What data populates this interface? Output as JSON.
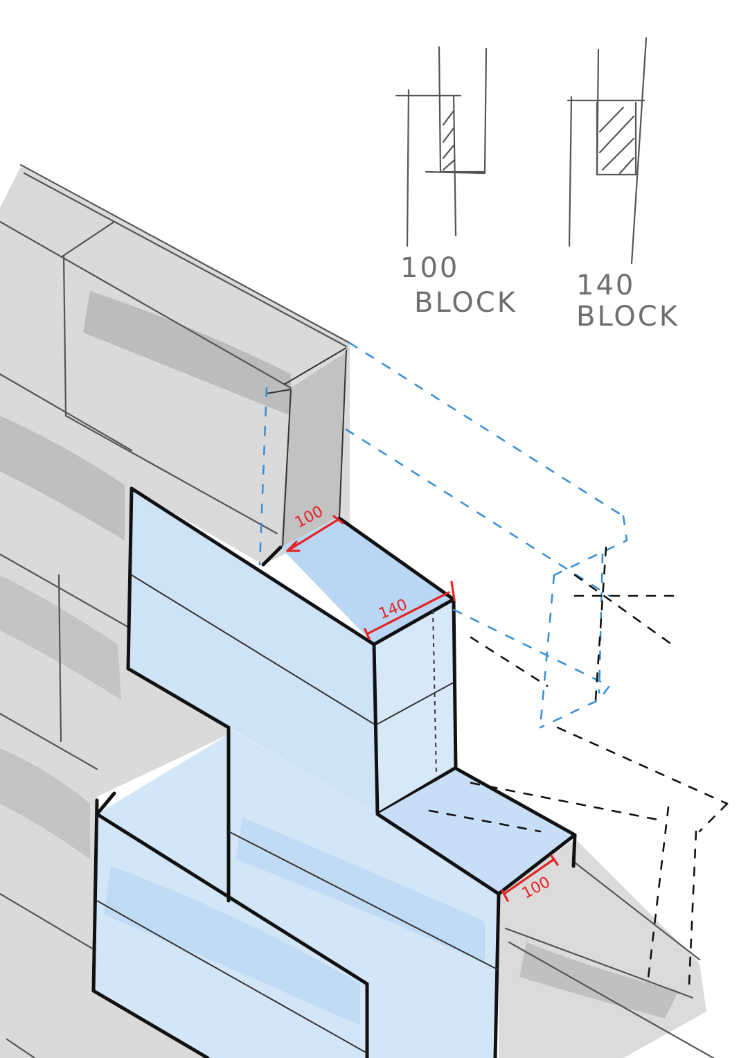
{
  "labels": {
    "block100_top": "100",
    "block100_bottom": "BLOCK",
    "block140_top": "140",
    "block140_bottom": "BLOCK"
  },
  "dimensions": {
    "upper_depth": "100",
    "blue_width": "140",
    "lower_depth": "100"
  },
  "colors": {
    "ink": "#111111",
    "pencil": "#555555",
    "grey_fill": "#c8c8c8",
    "blue_fill": "#cfe3f7",
    "blue_dash": "#3b8fd6",
    "dimension_red": "#e52321"
  }
}
